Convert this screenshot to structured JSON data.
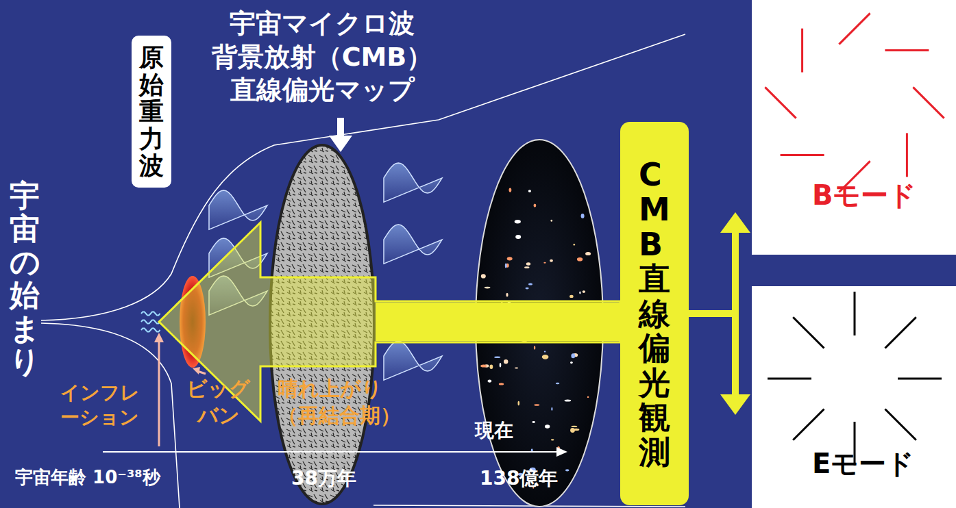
{
  "diagram": {
    "nodes": [
      {
        "text": [
          "原始重力波"
        ]
      },
      {
        "text": [
          "CMB直線偏光観測"
        ]
      },
      {
        "text": [
          "Bモード"
        ]
      },
      {
        "text": [
          "Eモード"
        ]
      }
    ],
    "edges": [
      {
        "from": 1,
        "to": 2,
        "arrow": "to"
      },
      {
        "from": 1,
        "to": 3,
        "arrow": "to"
      }
    ],
    "labels": [
      "宇宙の始まり",
      "宇宙マイクロ波 背景放射（CMB） 直線偏光マップ",
      "インフレ ーション",
      "ビッグ バン",
      "晴れ上がり （再結合期）",
      "現在",
      "宇宙年齢 10⁻³⁸秒",
      "38万年",
      "138億年"
    ]
  }
}
